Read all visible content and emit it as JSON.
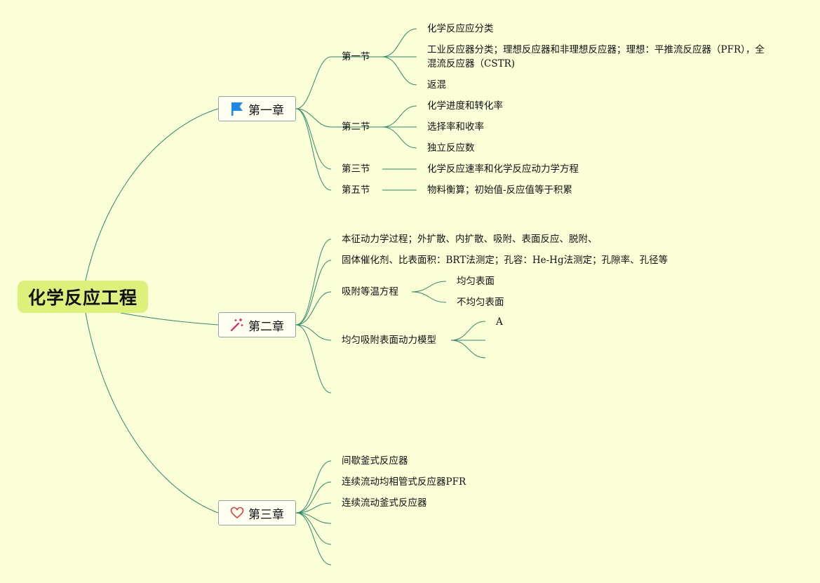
{
  "root": {
    "title": "化学反应工程"
  },
  "chapter1": {
    "title": "第一章",
    "icon": "flag-icon",
    "sections": {
      "s1": {
        "label": "第一节",
        "items": [
          "化学反应应分类",
          "工业反应器分类；理想反应器和非理想反应器；理想：平推流反应器（PFR），全混流反应器（CSTR)",
          "返混"
        ]
      },
      "s2": {
        "label": "第二节",
        "items": [
          "化学进度和转化率",
          "选择率和收率",
          "独立反应数"
        ]
      },
      "s3": {
        "label": "第三节",
        "items": [
          "化学反应速率和化学反应动力学方程"
        ]
      },
      "s5": {
        "label": "第五节",
        "items": [
          "物料衡算；初始值-反应值等于积累"
        ]
      }
    }
  },
  "chapter2": {
    "title": "第二章",
    "icon": "magic-wand-icon",
    "items": {
      "intrinsic": "本征动力学过程；外扩散、内扩散、吸附、表面反应、脱附、",
      "catalyst": "固体催化剂、比表面积：BRT法测定；孔容：He-Hg法测定；孔隙率、孔径等",
      "isotherm": {
        "label": "吸附等温方程",
        "children": [
          "均匀表面",
          "不均匀表面"
        ]
      },
      "model": {
        "label": "均匀吸附表面动力模型",
        "children": [
          "A"
        ]
      }
    }
  },
  "chapter3": {
    "title": "第三章",
    "icon": "heart-icon",
    "items": [
      "间歇釜式反应器",
      "连续流动均相管式反应器PFR",
      "连续流动釜式反应器"
    ]
  },
  "colors": {
    "background": "#fbffd8",
    "root_fill": "#ddf07a",
    "line": "#2e8b6b",
    "flag": "#1e88e5",
    "wand": "#e91e63",
    "heart": "#e53935"
  }
}
